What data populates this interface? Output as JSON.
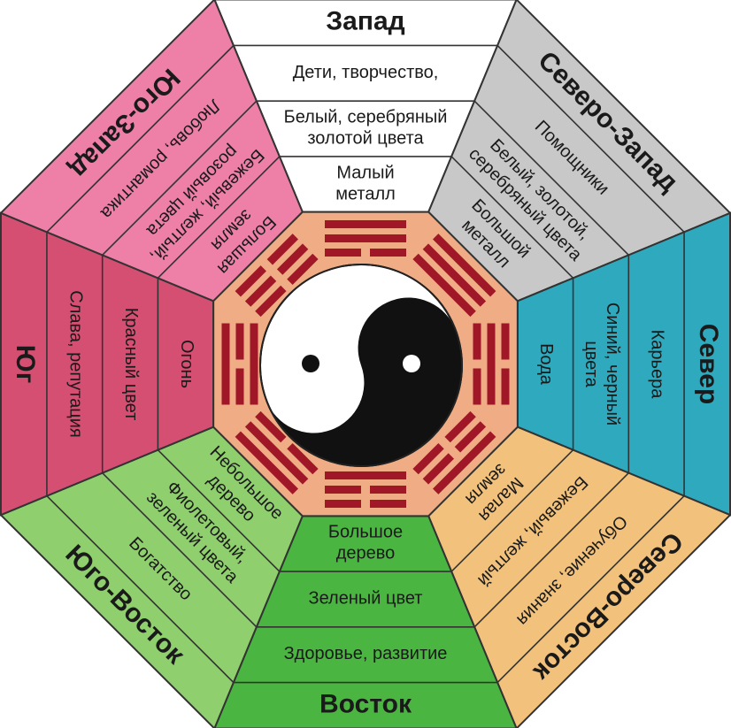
{
  "sectors": [
    {
      "id": "west",
      "title": "Запад",
      "color": "#ffffff",
      "rows": [
        [
          "Дети, творчество,"
        ],
        [
          "Белый, серебряный",
          "золотой цвета"
        ],
        [
          "Малый",
          "металл"
        ]
      ]
    },
    {
      "id": "northwest",
      "title": "Северо-Запад",
      "color": "#c8c8c8",
      "rows": [
        [
          "Помощники"
        ],
        [
          "Белый, золотой,",
          "серебряный цвета"
        ],
        [
          "Большой",
          "металл"
        ]
      ]
    },
    {
      "id": "north",
      "title": "Север",
      "color": "#2fa9bd",
      "rows": [
        [
          "Карьера"
        ],
        [
          "Синий, черный",
          "цвета"
        ],
        [
          "Вода"
        ]
      ]
    },
    {
      "id": "northeast",
      "title": "Северо-Восток",
      "color": "#f2c27c",
      "rows": [
        [
          "Обучение, знания"
        ],
        [
          "Бежевый, желтый"
        ],
        [
          "Малая",
          "земля"
        ]
      ]
    },
    {
      "id": "east",
      "title": "Восток",
      "color": "#4bb542",
      "rows": [
        [
          "Здоровье, развитие"
        ],
        [
          "Зеленый цвет"
        ],
        [
          "Большое",
          "дерево"
        ]
      ]
    },
    {
      "id": "southeast",
      "title": "Юго-Восток",
      "color": "#8fcf6e",
      "rows": [
        [
          "Богатство"
        ],
        [
          "Фиолетовый,",
          "зеленый цвета"
        ],
        [
          "Небольшое",
          "дерево"
        ]
      ]
    },
    {
      "id": "south",
      "title": "Юг",
      "color": "#d44f72",
      "rows": [
        [
          "Слава, репутация"
        ],
        [
          "Красный цвет"
        ],
        [
          "Огонь"
        ]
      ]
    },
    {
      "id": "southwest",
      "title": "Юго-Запад",
      "color": "#ee7fa7",
      "rows": [
        [
          "Любовь, романтика"
        ],
        [
          "Бежевый, желтый,",
          "розовый цвета"
        ],
        [
          "Большая",
          "земля"
        ]
      ]
    }
  ],
  "center": {
    "ring_color": "#f0ad85",
    "trigram_color": "#a01828",
    "yin_color": "#111111",
    "yang_color": "#ffffff",
    "trigrams": [
      {
        "sector": "west",
        "lines": [
          1,
          1,
          0
        ]
      },
      {
        "sector": "northwest",
        "lines": [
          1,
          1,
          1
        ]
      },
      {
        "sector": "north",
        "lines": [
          0,
          1,
          0
        ]
      },
      {
        "sector": "northeast",
        "lines": [
          1,
          0,
          0
        ]
      },
      {
        "sector": "east",
        "lines": [
          0,
          0,
          1
        ]
      },
      {
        "sector": "southeast",
        "lines": [
          1,
          1,
          0
        ]
      },
      {
        "sector": "south",
        "lines": [
          1,
          0,
          1
        ]
      },
      {
        "sector": "southwest",
        "lines": [
          0,
          0,
          0
        ]
      }
    ]
  }
}
